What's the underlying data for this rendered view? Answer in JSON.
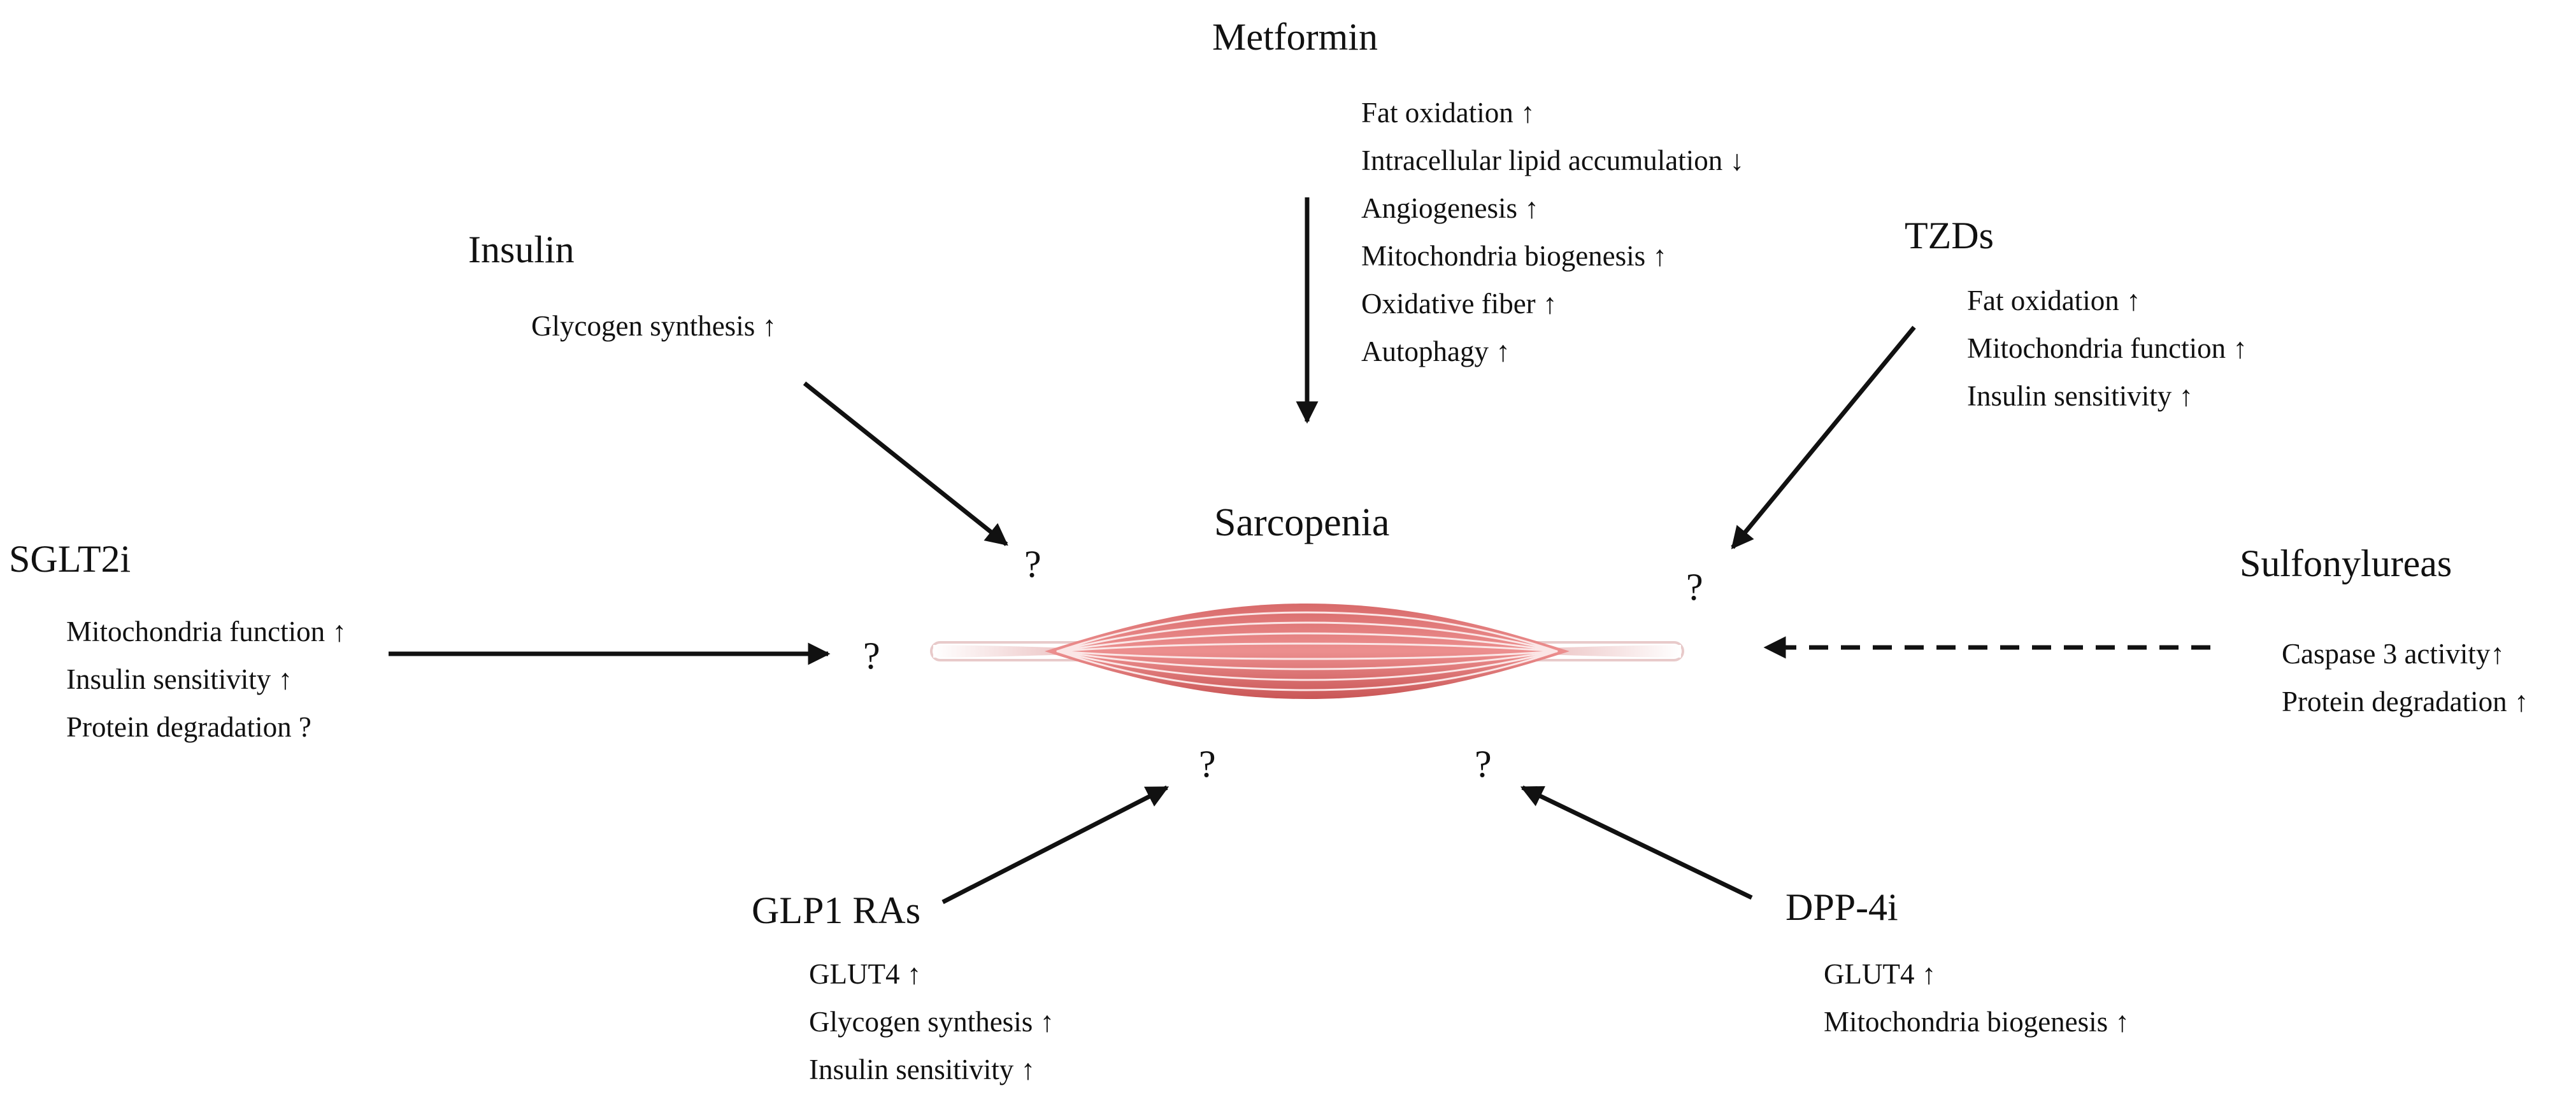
{
  "center": {
    "title": "Sarcopenia"
  },
  "drugs": {
    "metformin": {
      "name": "Metformin",
      "effects": [
        "Fat oxidation ↑",
        "Intracellular lipid accumulation ↓",
        "Angiogenesis ↑",
        "Mitochondria biogenesis ↑",
        "Oxidative fiber ↑",
        "Autophagy ↑"
      ]
    },
    "insulin": {
      "name": "Insulin",
      "effects": [
        "Glycogen synthesis ↑"
      ]
    },
    "tzds": {
      "name": "TZDs",
      "effects": [
        "Fat oxidation ↑",
        "Mitochondria function ↑",
        "Insulin sensitivity ↑"
      ]
    },
    "sglt2i": {
      "name": "SGLT2i",
      "effects": [
        "Mitochondria function ↑",
        "Insulin sensitivity ↑",
        "Protein degradation ?"
      ]
    },
    "sulfonylureas": {
      "name": "Sulfonylureas",
      "effects": [
        "Caspase 3 activity↑",
        "Protein degradation ↑"
      ]
    },
    "glp1": {
      "name": "GLP1 RAs",
      "effects": [
        "GLUT4 ↑",
        "Glycogen synthesis ↑",
        "Insulin sensitivity ↑"
      ]
    },
    "dpp4i": {
      "name": "DPP-4i",
      "effects": [
        "GLUT4 ↑",
        "Mitochondria biogenesis ↑"
      ]
    }
  },
  "unknowns": {
    "insulin": "?",
    "tzds": "?",
    "sglt2i": "?",
    "glp1": "?",
    "dpp4i": "?"
  },
  "colors": {
    "muscle": "#e07a7a",
    "muscle_dark": "#c85a5a",
    "tendon": "#f3e4e4",
    "arrow": "#111111"
  }
}
